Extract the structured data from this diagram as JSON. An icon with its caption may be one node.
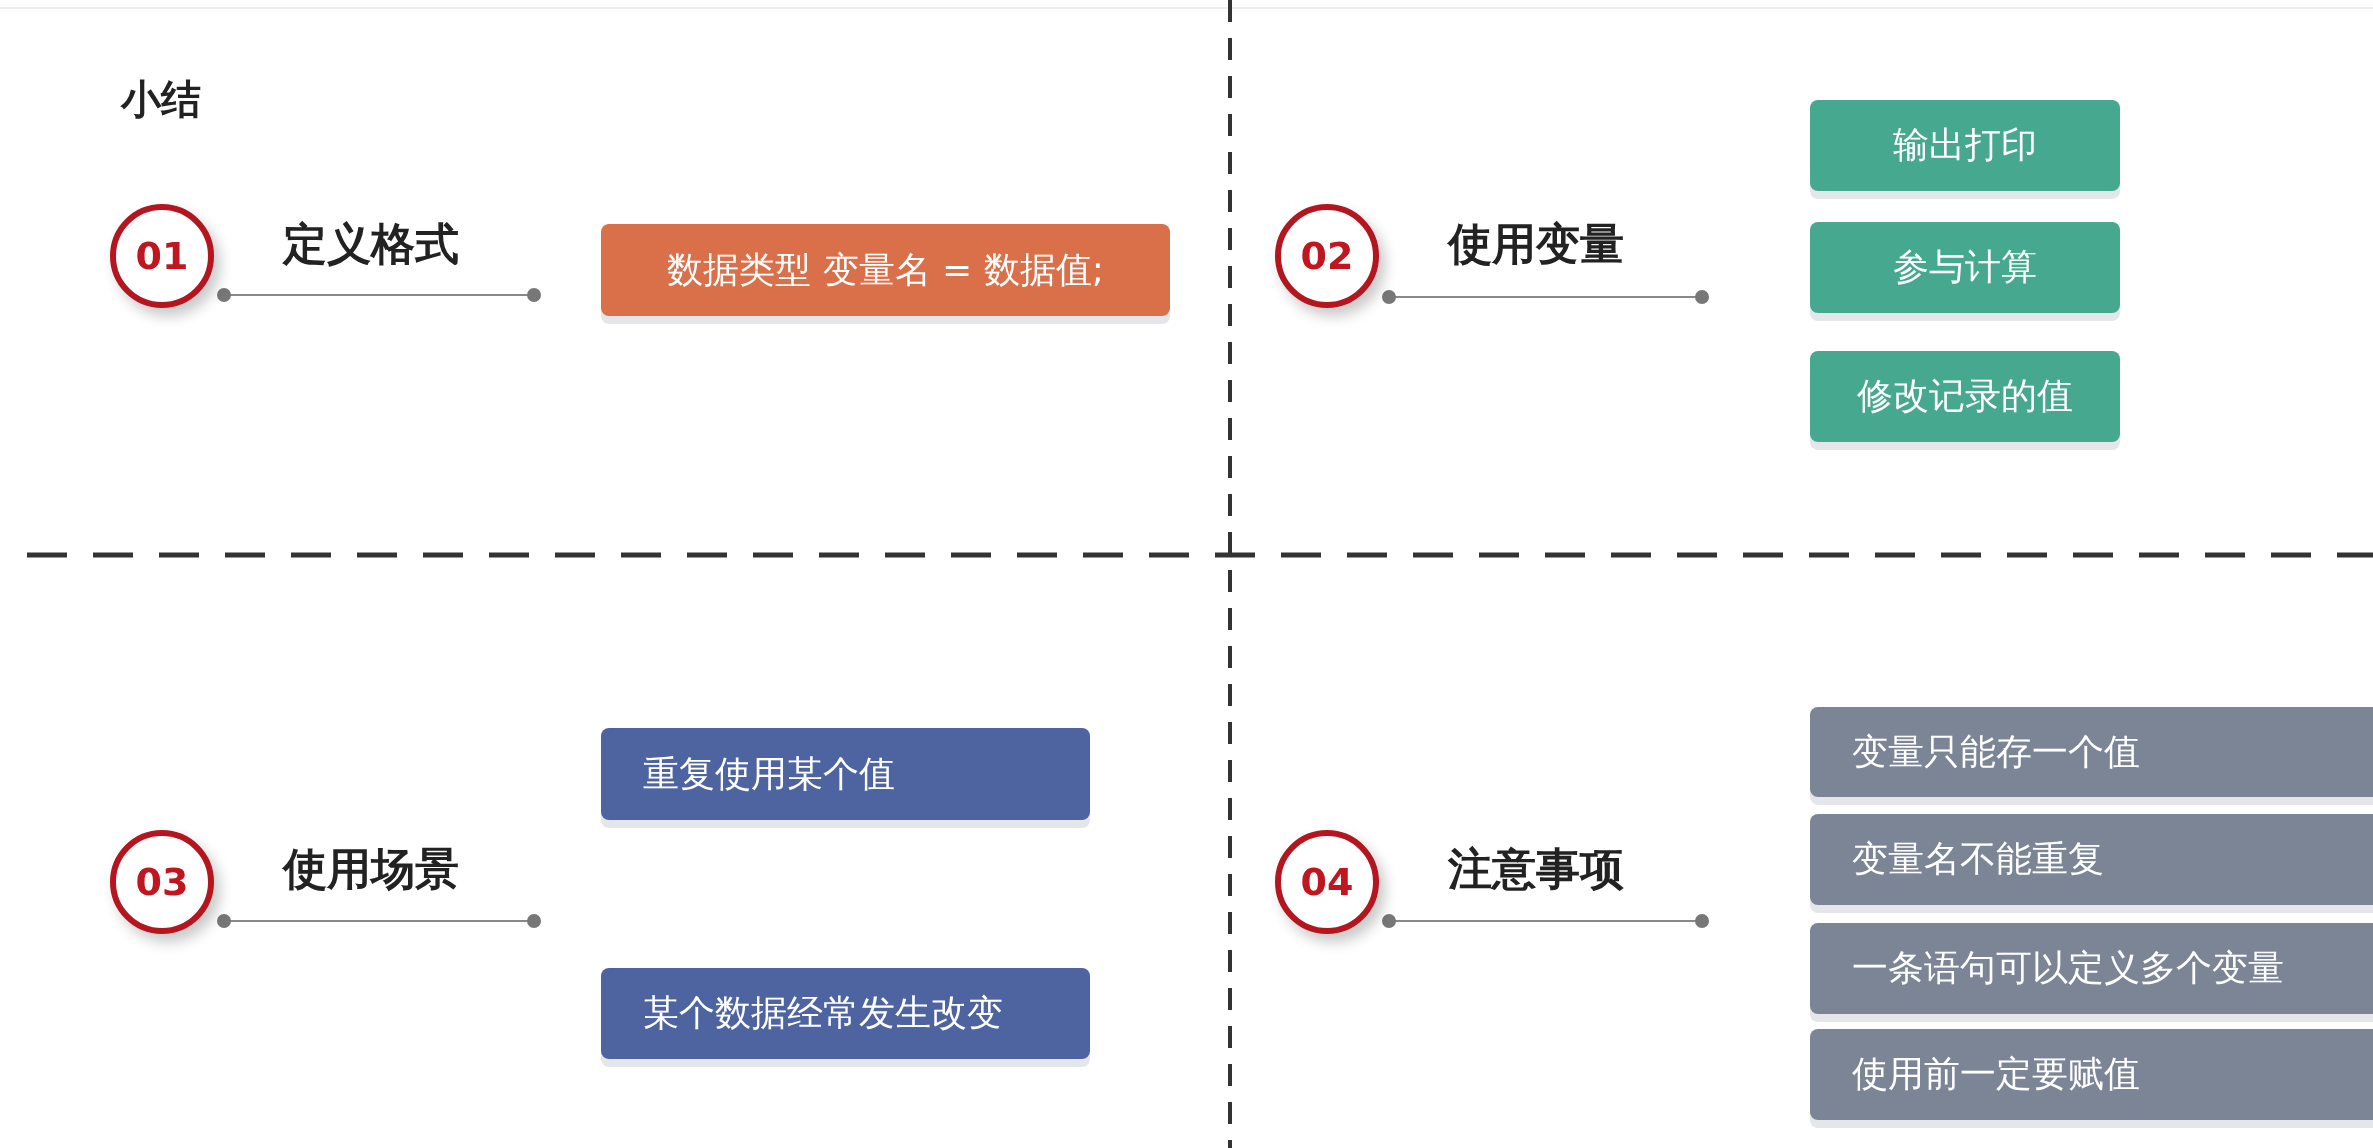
{
  "diagram": {
    "title": "小结",
    "nodes": [
      {
        "text": [
          "01"
        ],
        "beside": [
          "定义格式"
        ]
      },
      {
        "text": [
          "数据类型 变量名 = 数据值;"
        ]
      },
      {
        "text": [
          "02"
        ],
        "beside": [
          "使用变量"
        ]
      },
      {
        "text": [
          "输出打印"
        ]
      },
      {
        "text": [
          "参与计算"
        ]
      },
      {
        "text": [
          "修改记录的值"
        ]
      },
      {
        "text": [
          "03"
        ],
        "beside": [
          "使用场景"
        ]
      },
      {
        "text": [
          "重复使用某个值"
        ]
      },
      {
        "text": [
          "某个数据经常发生改变"
        ]
      },
      {
        "text": [
          "04"
        ],
        "beside": [
          "注意事项"
        ]
      },
      {
        "text": [
          "变量只能存一个值"
        ]
      },
      {
        "text": [
          "变量名不能重复"
        ]
      },
      {
        "text": [
          "一条语句可以定义多个变量"
        ]
      },
      {
        "text": [
          "使用前一定要赋值"
        ]
      }
    ]
  }
}
